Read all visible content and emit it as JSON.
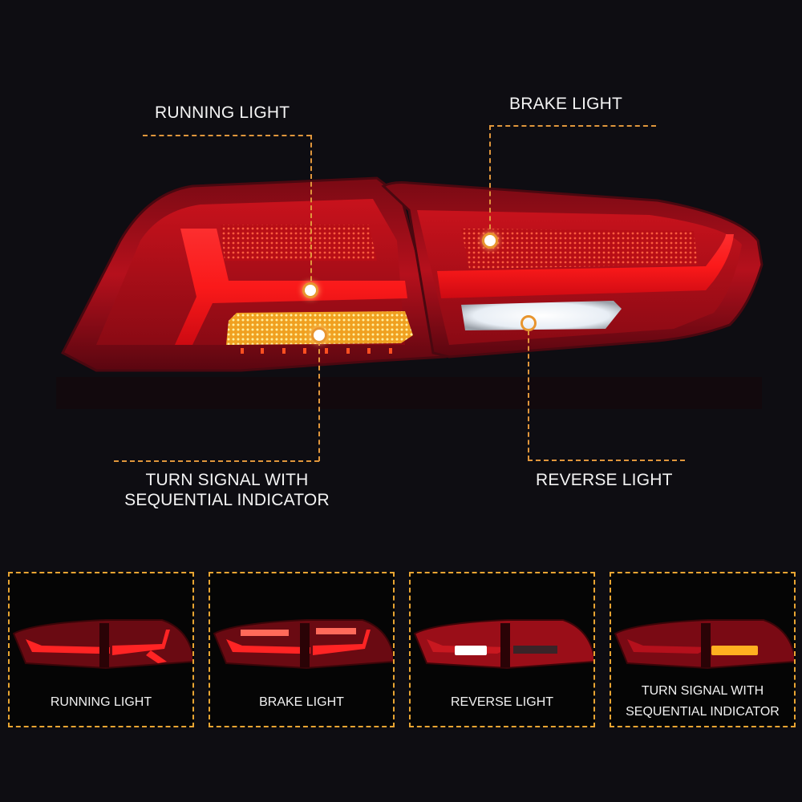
{
  "colors": {
    "background": "#0e0d12",
    "panel_background": "#050505",
    "callout_line": "#e0963c",
    "panel_border": "#e9a532",
    "lamp_red": "#e0101a",
    "turn_amber": "#ffb020",
    "reverse_white": "#ffffff"
  },
  "hero": {
    "callouts": {
      "running_light": {
        "label": "RUNNING LIGHT"
      },
      "brake_light": {
        "label": "BRAKE LIGHT"
      },
      "turn_signal": {
        "line1": "TURN SIGNAL WITH",
        "line2": "SEQUENTIAL INDICATOR"
      },
      "reverse_light": {
        "label": "REVERSE LIGHT"
      }
    }
  },
  "panels": [
    {
      "label": "RUNNING LIGHT",
      "mode": "running"
    },
    {
      "label": "BRAKE LIGHT",
      "mode": "brake"
    },
    {
      "label": "REVERSE LIGHT",
      "mode": "reverse"
    },
    {
      "line1": "TURN SIGNAL WITH",
      "line2": "SEQUENTIAL INDICATOR",
      "mode": "turn"
    }
  ]
}
